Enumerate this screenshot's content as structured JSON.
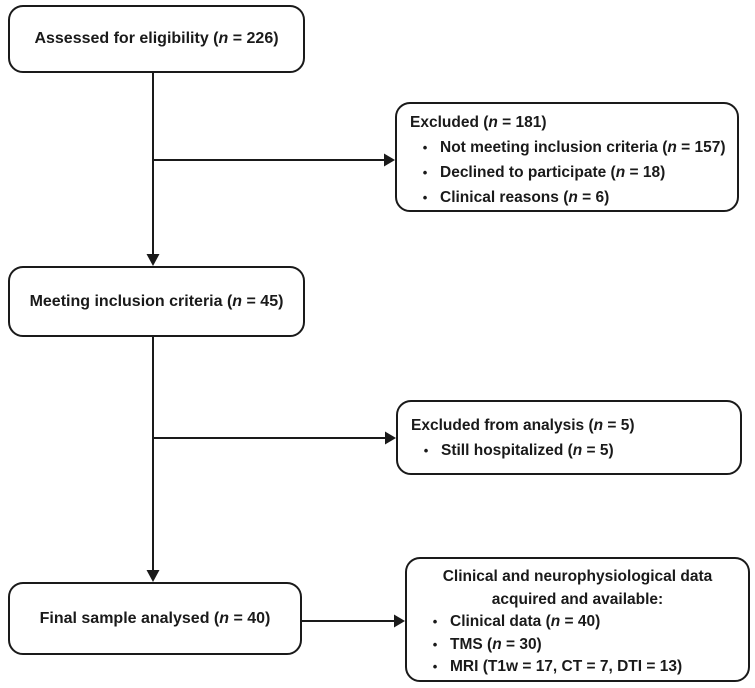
{
  "bullet_char": "•",
  "colors": {
    "line": "#1a1a1a",
    "text": "#1a1a1a",
    "background": "#ffffff"
  },
  "boxes": {
    "assessed": {
      "pre": "Assessed for eligibility (",
      "var": "n",
      "post": " = 226)"
    },
    "excluded": {
      "title": {
        "pre": "Excluded (",
        "var": "n",
        "post": " = 181)"
      },
      "items": [
        {
          "pre": "Not meeting inclusion criteria (",
          "var": "n",
          "post": " = 157)"
        },
        {
          "pre": "Declined to participate (",
          "var": "n",
          "post": " = 18)"
        },
        {
          "pre": "Clinical reasons (",
          "var": "n",
          "post": " = 6)"
        }
      ]
    },
    "meeting": {
      "pre": "Meeting inclusion criteria (",
      "var": "n",
      "post": " = 45)"
    },
    "excluded_analysis": {
      "title": {
        "pre": "Excluded from analysis (",
        "var": "n",
        "post": " = 5)"
      },
      "items": [
        {
          "pre": "Still hospitalized (",
          "var": "n",
          "post": " = 5)"
        }
      ]
    },
    "final": {
      "pre": "Final sample analysed (",
      "var": "n",
      "post": " = 40)"
    },
    "data_available": {
      "title_line1": "Clinical and neurophysiological data",
      "title_line2": "acquired and available:",
      "items": [
        {
          "pre": "Clinical data (",
          "var": "n",
          "post": " = 40)"
        },
        {
          "pre": "TMS (",
          "var": "n",
          "post": " = 30)"
        },
        {
          "pre": "MRI (T1w = 17, CT = 7, DTI = 13)",
          "var": "",
          "post": ""
        }
      ]
    }
  }
}
